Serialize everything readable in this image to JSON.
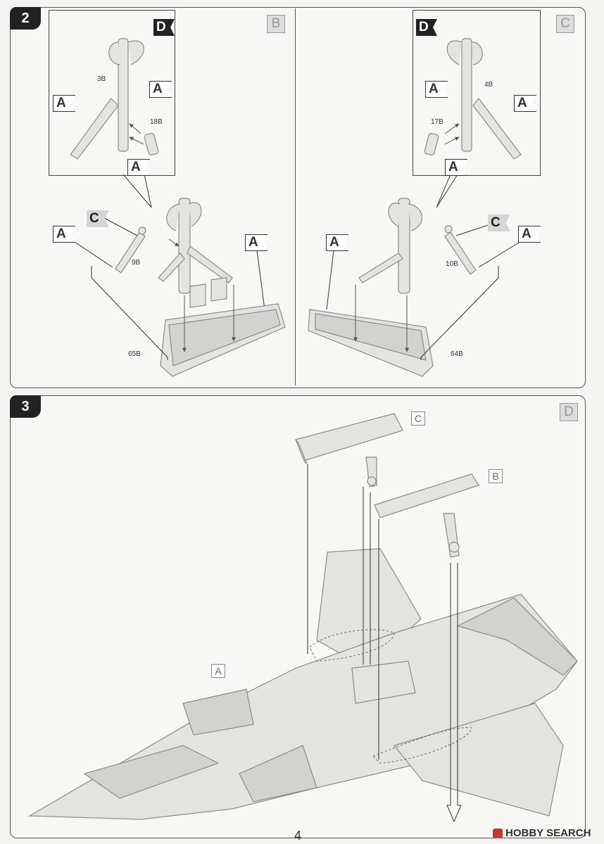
{
  "page_number": "4",
  "watermark": {
    "text": "HOBBY SEARCH"
  },
  "step2": {
    "number": "2",
    "left": {
      "corner": "B",
      "tags": {
        "d": "D",
        "a1": "A",
        "a2": "A",
        "a3": "A",
        "c": "C",
        "a4": "A",
        "a5": "A"
      },
      "parts": {
        "p1": "3B",
        "p2": "18B",
        "p3": "9B",
        "p4": "65B"
      }
    },
    "right": {
      "corner": "C",
      "tags": {
        "d": "D",
        "a1": "A",
        "a2": "A",
        "a3": "A",
        "c": "C",
        "a4": "A",
        "a5": "A"
      },
      "parts": {
        "p1": "4B",
        "p2": "17B",
        "p3": "10B",
        "p4": "64B"
      }
    }
  },
  "step3": {
    "number": "3",
    "corner": "D",
    "labels": {
      "c": "C",
      "b": "B",
      "a": "A"
    }
  },
  "colors": {
    "part_fill": "#e3e3e1",
    "part_stroke": "#8c8c8a",
    "line": "#333333"
  }
}
